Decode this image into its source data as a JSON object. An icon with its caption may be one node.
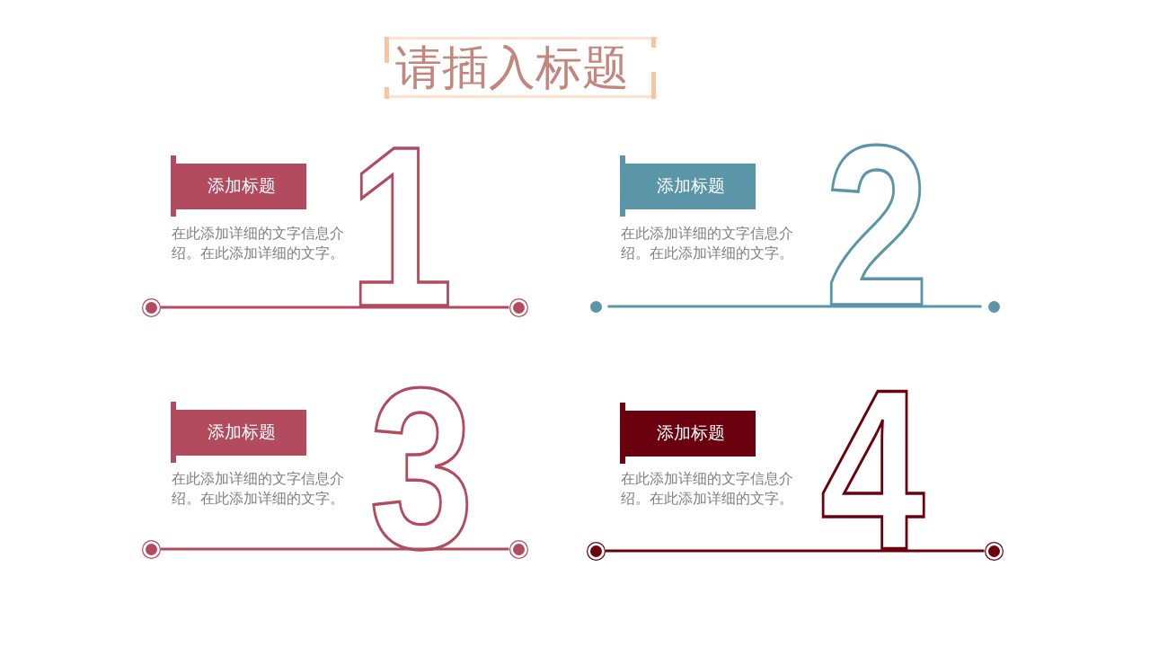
{
  "diagram": {
    "title": "请插入标题",
    "nodes": [
      {
        "text": [
          "添加标题"
        ],
        "beside": [
          "在此添加详细的文字信息介绍。在此添加详细的文字。"
        ]
      },
      {
        "text": [],
        "shape": "circle"
      },
      {
        "text": [],
        "shape": "circle"
      },
      {
        "text": [
          "添加标题"
        ],
        "beside": [
          "在此添加详细的文字信息介绍。在此添加详细的文字。"
        ]
      },
      {
        "text": [],
        "shape": "circle"
      },
      {
        "text": [],
        "shape": "circle"
      },
      {
        "text": [
          "添加标题"
        ],
        "beside": [
          "在此添加详细的文字信息介绍。在此添加详细的文字。"
        ]
      },
      {
        "text": [],
        "shape": "circle"
      },
      {
        "text": [],
        "shape": "circle"
      },
      {
        "text": [
          "添加标题"
        ],
        "beside": [
          "在此添加详细的文字信息介绍。在此添加详细的文字。"
        ]
      },
      {
        "text": [],
        "shape": "circle"
      },
      {
        "text": [],
        "shape": "circle"
      }
    ],
    "edges": [
      {
        "from": 1,
        "to": 2,
        "arrow": "none"
      },
      {
        "from": 4,
        "to": 5,
        "arrow": "none",
        "color": "#5a95a8"
      },
      {
        "from": 7,
        "to": 8,
        "arrow": "none"
      },
      {
        "from": 10,
        "to": 11,
        "arrow": "none",
        "color": "#6b000e"
      }
    ],
    "labels": [
      "1",
      "2",
      "3",
      "4"
    ]
  }
}
